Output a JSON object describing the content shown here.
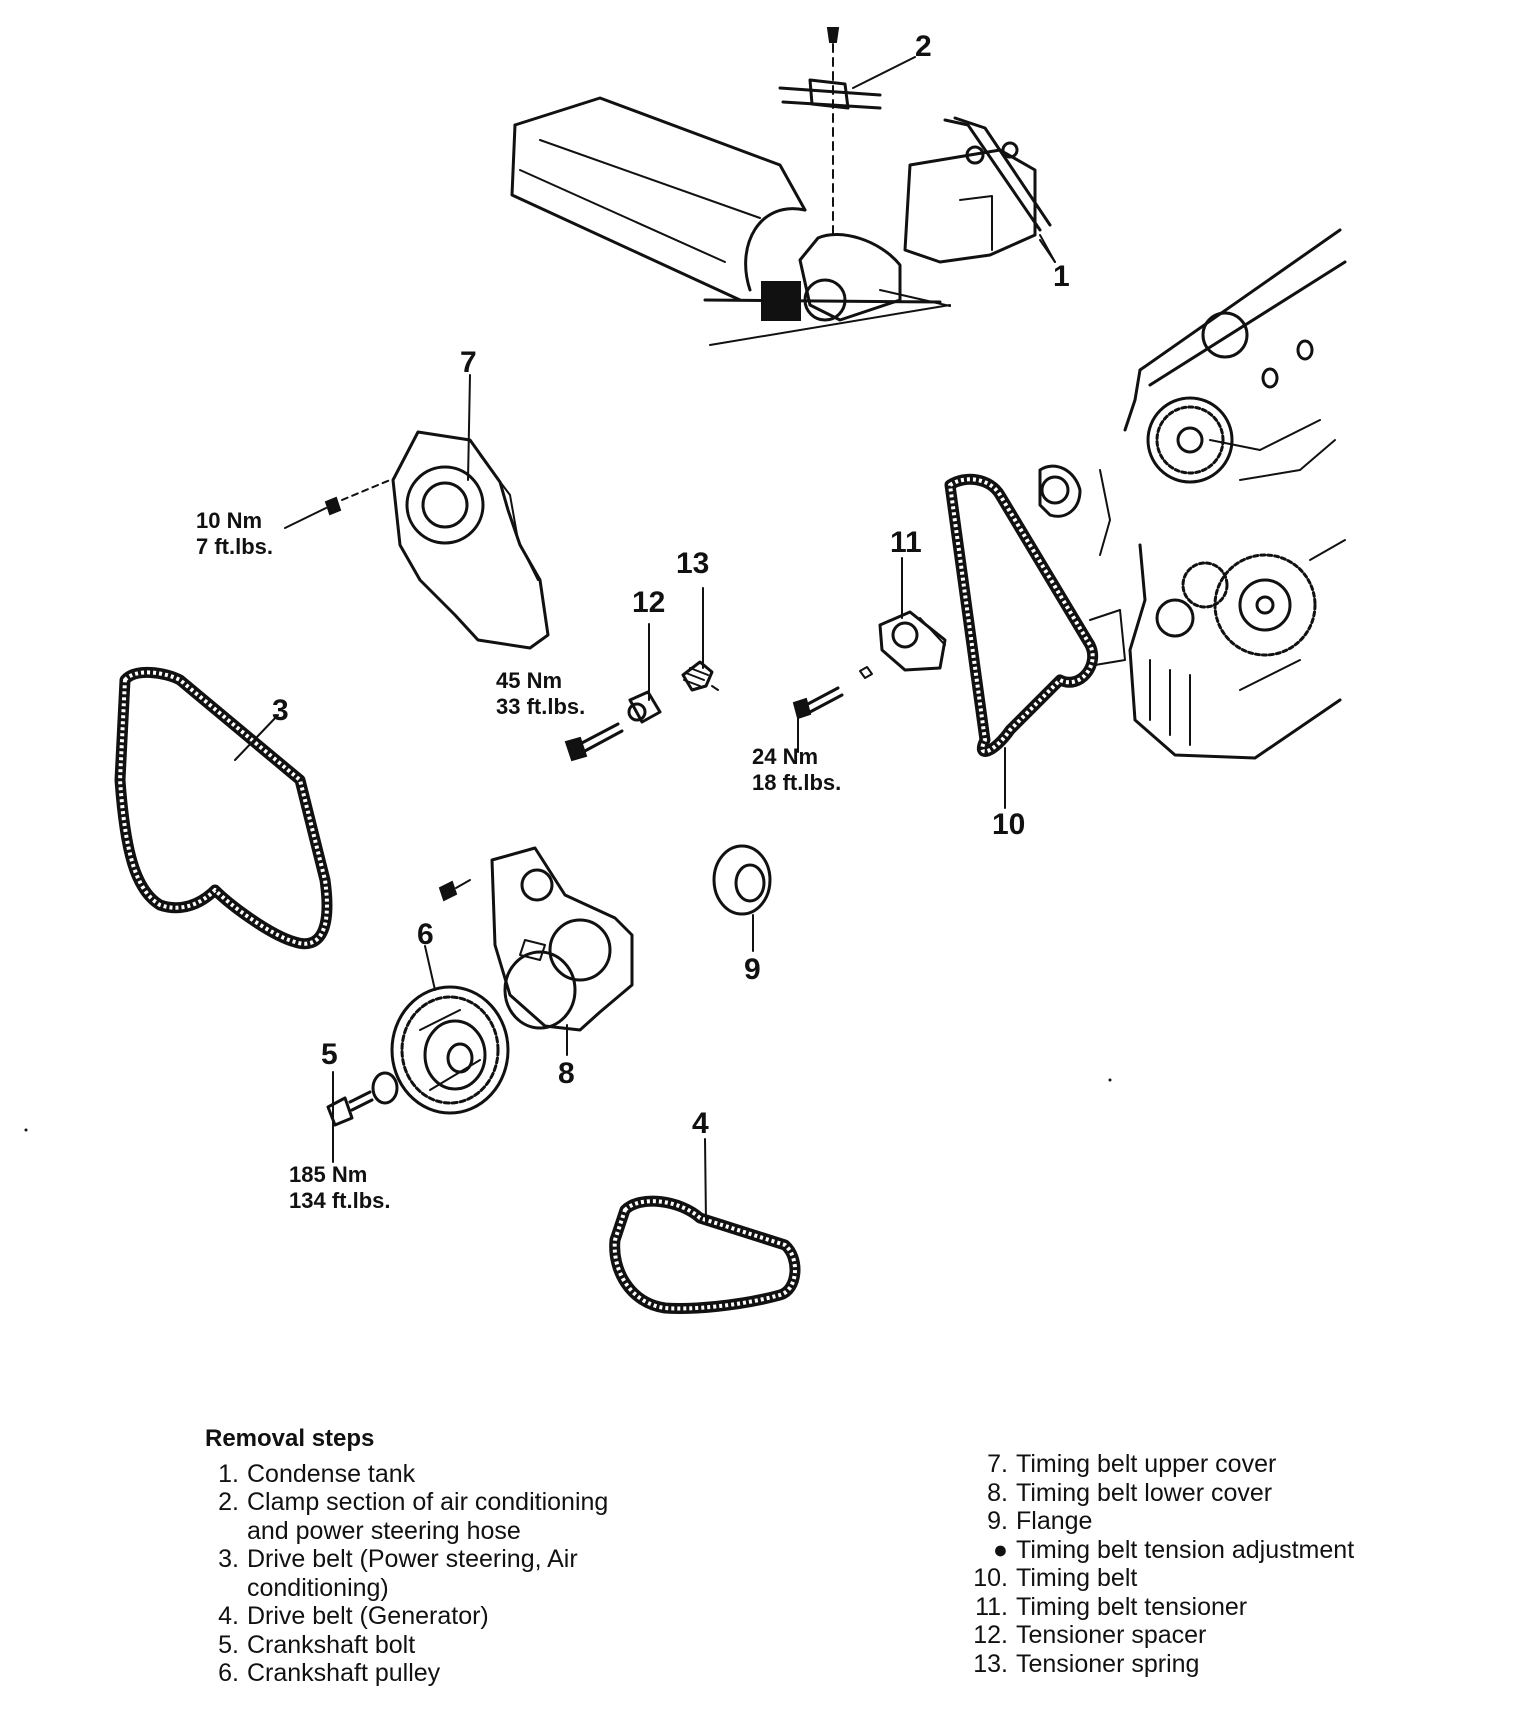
{
  "callouts": {
    "c1": "1",
    "c2": "2",
    "c3": "3",
    "c4": "4",
    "c5": "5",
    "c6": "6",
    "c7": "7",
    "c8": "8",
    "c9": "9",
    "c10": "10",
    "c11": "11",
    "c12": "12",
    "c13": "13"
  },
  "torques": {
    "t7_nm": "10 Nm",
    "t7_ft": "7 ft.lbs.",
    "t12_nm": "45 Nm",
    "t12_ft": "33 ft.lbs.",
    "t11_nm": "24 Nm",
    "t11_ft": "18 ft.lbs.",
    "t5_nm": "185 Nm",
    "t5_ft": "134 ft.lbs."
  },
  "legend": {
    "heading": "Removal steps",
    "left": [
      {
        "marker": "1.",
        "lines": [
          "Condense tank"
        ]
      },
      {
        "marker": "2.",
        "lines": [
          "Clamp section of air conditioning",
          "and power steering hose"
        ]
      },
      {
        "marker": "3.",
        "lines": [
          "Drive belt (Power steering, Air",
          "conditioning)"
        ]
      },
      {
        "marker": "4.",
        "lines": [
          "Drive belt (Generator)"
        ]
      },
      {
        "marker": "5.",
        "lines": [
          "Crankshaft bolt"
        ]
      },
      {
        "marker": "6.",
        "lines": [
          "Crankshaft pulley"
        ]
      }
    ],
    "right": [
      {
        "marker": "7.",
        "lines": [
          "Timing belt upper cover"
        ]
      },
      {
        "marker": "8.",
        "lines": [
          "Timing belt lower cover"
        ]
      },
      {
        "marker": "9.",
        "lines": [
          "Flange"
        ]
      },
      {
        "marker": "●",
        "lines": [
          "Timing belt tension adjustment"
        ]
      },
      {
        "marker": "10.",
        "lines": [
          "Timing belt"
        ]
      },
      {
        "marker": "11.",
        "lines": [
          "Timing belt tensioner"
        ]
      },
      {
        "marker": "12.",
        "lines": [
          "Tensioner spacer"
        ]
      },
      {
        "marker": "13.",
        "lines": [
          "Tensioner spring"
        ]
      }
    ]
  }
}
